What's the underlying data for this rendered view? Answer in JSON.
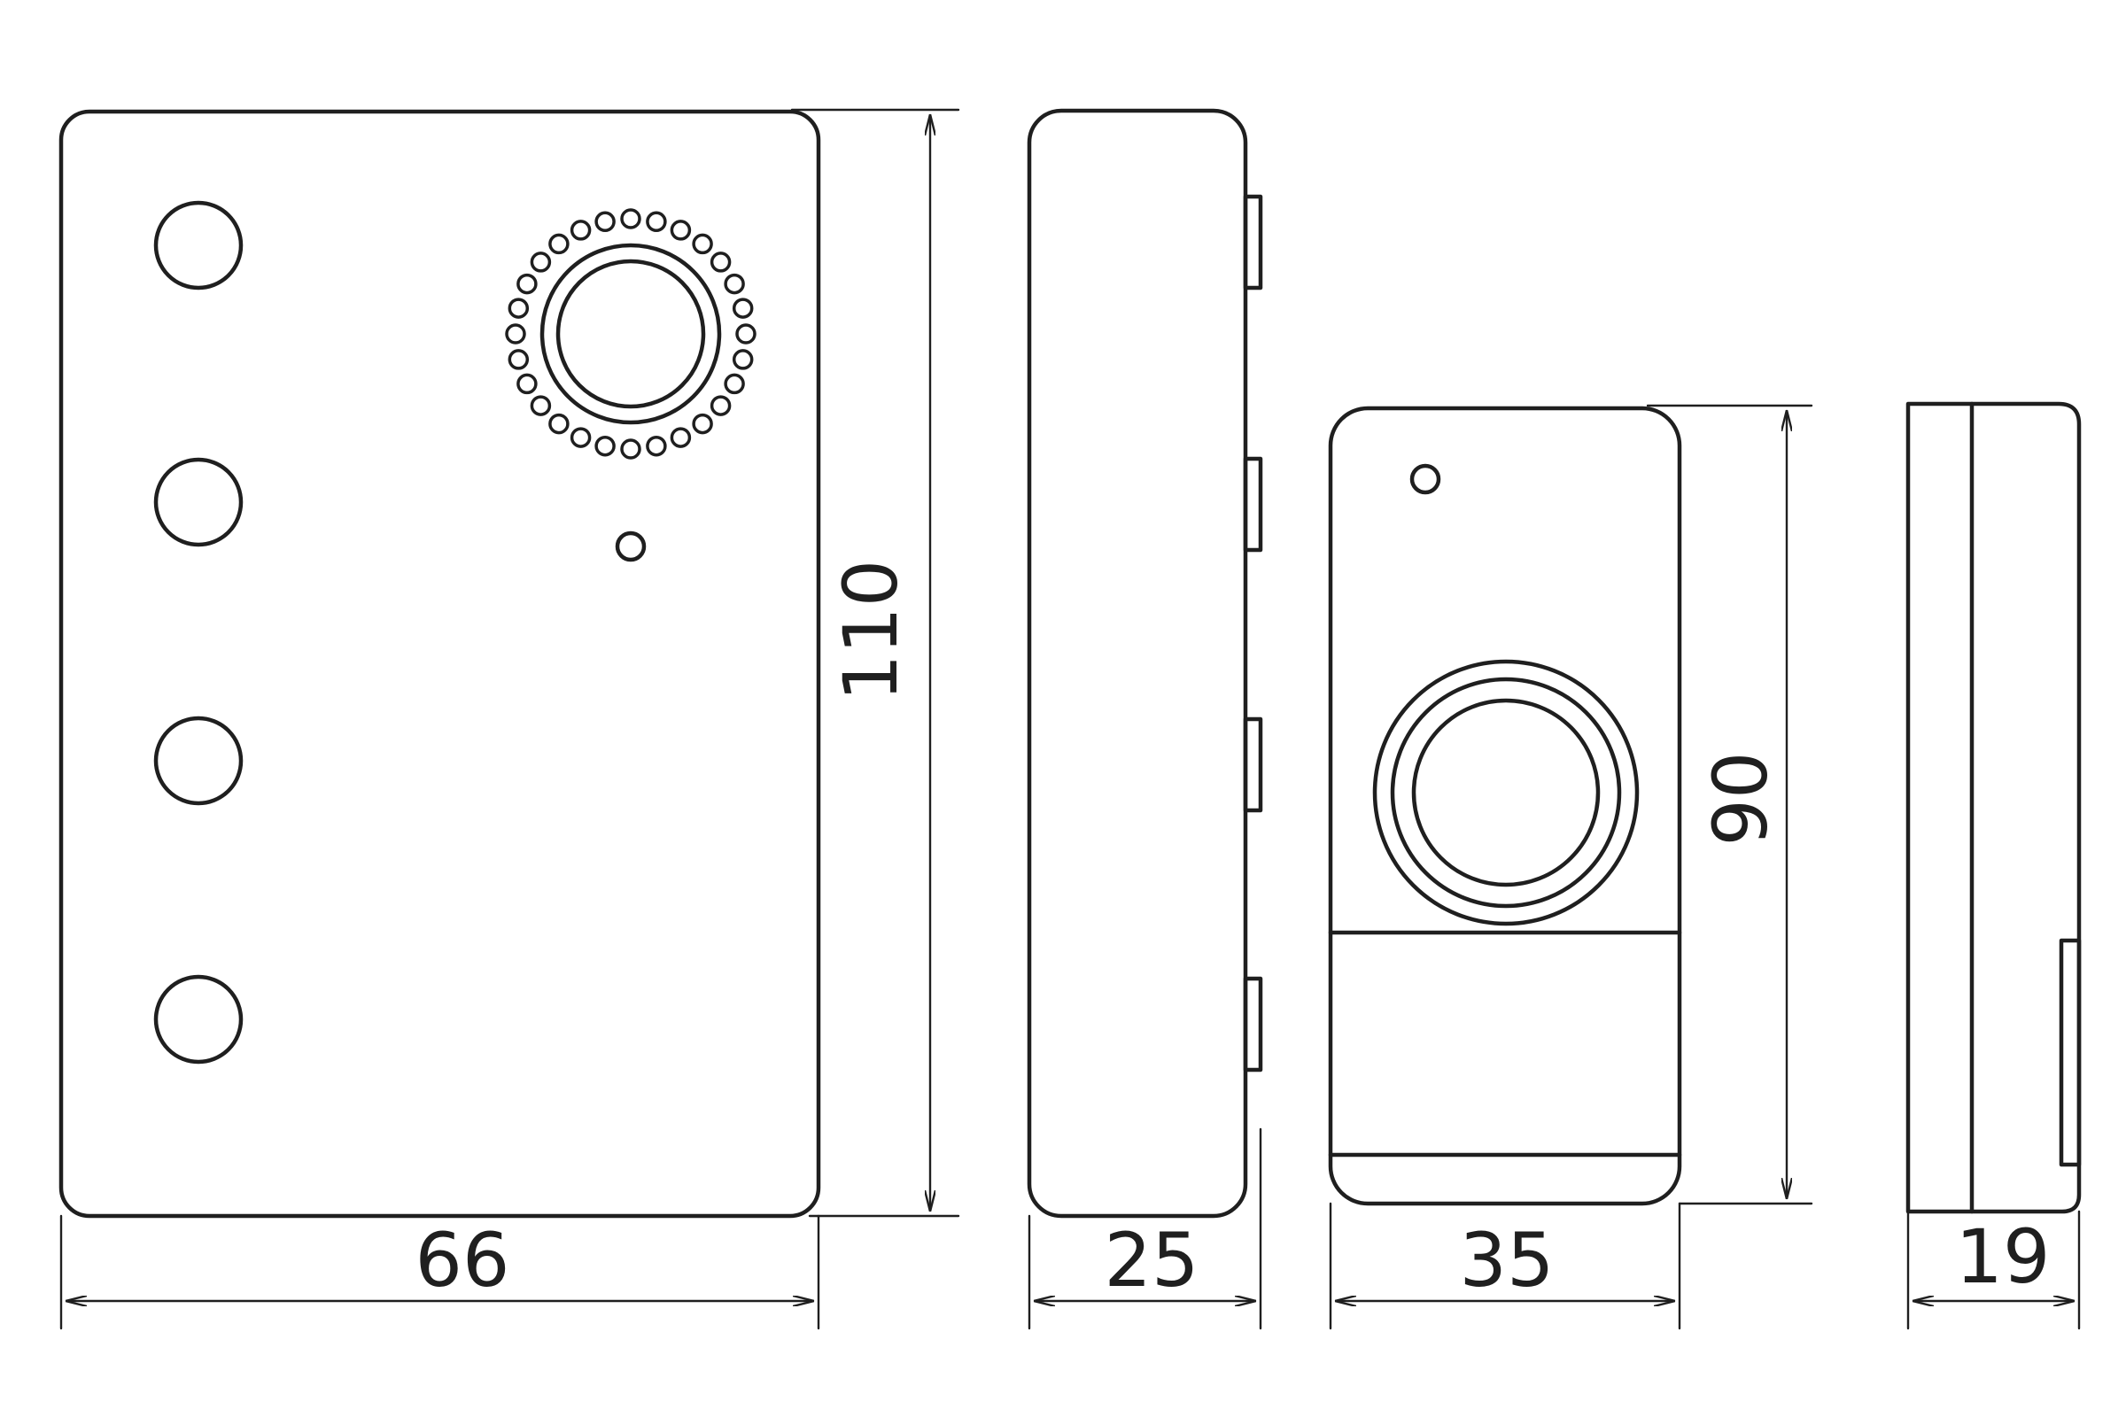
{
  "diagram": {
    "line_color": "#1f1f1f",
    "background_color": "#ffffff",
    "dimensions": {
      "receiver_width": "66",
      "receiver_height": "110",
      "receiver_depth": "25",
      "transmitter_width": "35",
      "transmitter_height": "90",
      "transmitter_depth": "19"
    }
  }
}
